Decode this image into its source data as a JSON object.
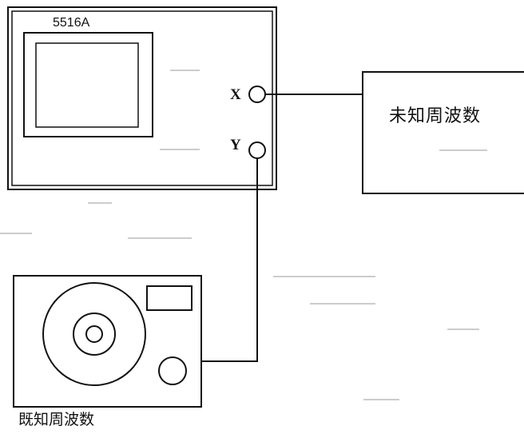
{
  "oscilloscope": {
    "model": "5516A",
    "x_input": "X",
    "y_input": "Y"
  },
  "unknown_source": {
    "label": "未知周波数"
  },
  "known_source": {
    "label": "既知周波数"
  },
  "colors": {
    "ink": "#111111",
    "paper": "#ffffff"
  }
}
